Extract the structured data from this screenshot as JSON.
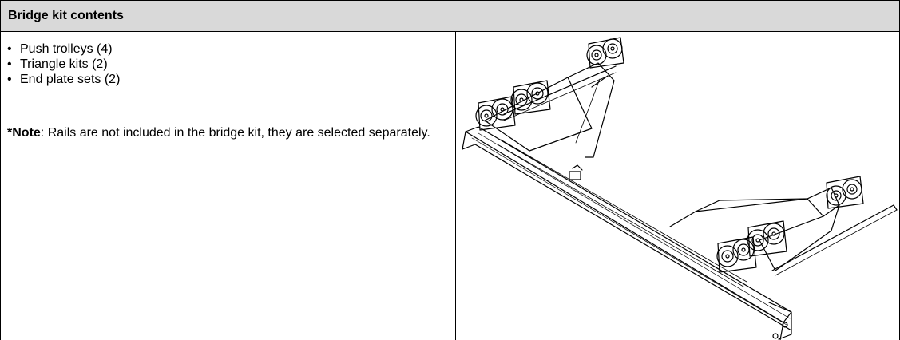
{
  "header": {
    "title": "Bridge kit contents"
  },
  "contents": {
    "bullet": "•",
    "items": [
      "Push trolleys (4)",
      "Triangle kits (2)",
      "End plate sets (2)"
    ],
    "note_prefix": "*",
    "note_label": "Note",
    "note_text": ": Rails are not included in the bridge kit, they are selected separately."
  },
  "figure": {
    "icon": "bridge-kit-line-drawing",
    "line_color": "#000000"
  }
}
